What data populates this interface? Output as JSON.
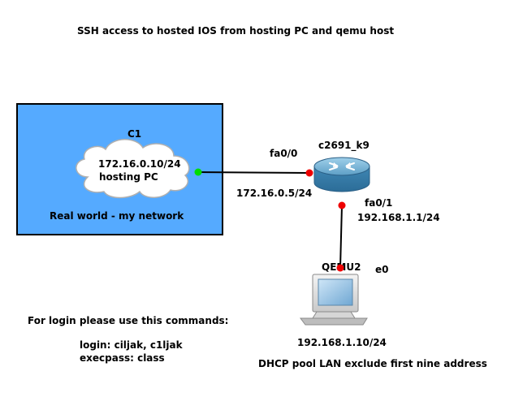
{
  "title": "SSH access to hosted IOS from hosting PC and qemu host",
  "network_zone": {
    "label": "Real world - my network"
  },
  "nodes": {
    "cloud": {
      "name": "C1",
      "ip": "172.16.0.10/24",
      "desc": "hosting PC",
      "icon": "cloud-icon"
    },
    "router": {
      "name": "c2691_k9",
      "icon": "router-icon"
    },
    "host": {
      "name": "QEMU2",
      "ip": "192.168.1.10/24",
      "note": "DHCP pool LAN exclude first nine address",
      "icon": "computer-icon"
    }
  },
  "interfaces": {
    "router_fa00": {
      "name": "fa0/0",
      "ip": "172.16.0.5/24"
    },
    "router_fa01": {
      "name": "fa0/1",
      "ip": "192.168.1.1/24"
    },
    "host_e0": {
      "name": "e0"
    }
  },
  "login_info": {
    "heading": "For login please use this commands:",
    "login": "login: ciljak, c1ljak",
    "execpass": "execpass: class"
  },
  "colors": {
    "network_zone_fill": "#55aaff",
    "network_zone_border": "#000000",
    "link": "#000000",
    "port_up": "#00dd00",
    "port_down": "#ee0000",
    "router_body": "#4a8fb8"
  }
}
